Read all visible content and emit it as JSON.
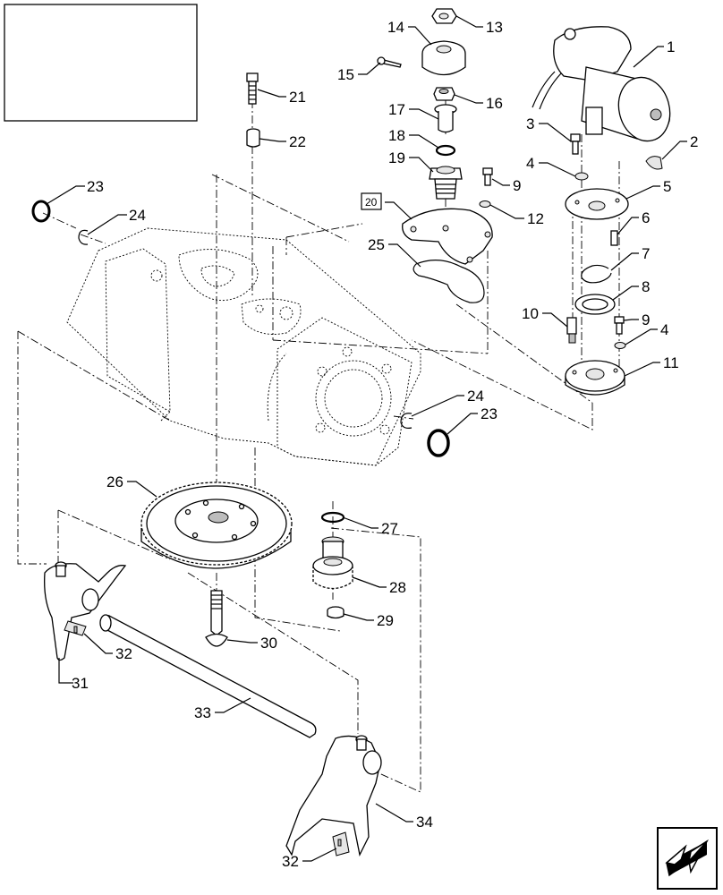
{
  "callouts": [
    {
      "id": "c1",
      "text": "1"
    },
    {
      "id": "c2",
      "text": "2"
    },
    {
      "id": "c3",
      "text": "3"
    },
    {
      "id": "c4a",
      "text": "4"
    },
    {
      "id": "c5",
      "text": "5"
    },
    {
      "id": "c6",
      "text": "6"
    },
    {
      "id": "c7",
      "text": "7"
    },
    {
      "id": "c8",
      "text": "8"
    },
    {
      "id": "c9a",
      "text": "9"
    },
    {
      "id": "c9b",
      "text": "9"
    },
    {
      "id": "c10",
      "text": "10"
    },
    {
      "id": "c4b",
      "text": "4"
    },
    {
      "id": "c11",
      "text": "11"
    },
    {
      "id": "c12",
      "text": "12"
    },
    {
      "id": "c13",
      "text": "13"
    },
    {
      "id": "c14",
      "text": "14"
    },
    {
      "id": "c15",
      "text": "15"
    },
    {
      "id": "c16",
      "text": "16"
    },
    {
      "id": "c17",
      "text": "17"
    },
    {
      "id": "c18",
      "text": "18"
    },
    {
      "id": "c19",
      "text": "19"
    },
    {
      "id": "c20",
      "text": "20"
    },
    {
      "id": "c21",
      "text": "21"
    },
    {
      "id": "c22",
      "text": "22"
    },
    {
      "id": "c23a",
      "text": "23"
    },
    {
      "id": "c24a",
      "text": "24"
    },
    {
      "id": "c25",
      "text": "25"
    },
    {
      "id": "c23b",
      "text": "23"
    },
    {
      "id": "c24b",
      "text": "24"
    },
    {
      "id": "c26",
      "text": "26"
    },
    {
      "id": "c27",
      "text": "27"
    },
    {
      "id": "c28",
      "text": "28"
    },
    {
      "id": "c29",
      "text": "29"
    },
    {
      "id": "c30",
      "text": "30"
    },
    {
      "id": "c31",
      "text": "31"
    },
    {
      "id": "c32a",
      "text": "32"
    },
    {
      "id": "c33",
      "text": "33"
    },
    {
      "id": "c34",
      "text": "34"
    },
    {
      "id": "c32b",
      "text": "32"
    }
  ],
  "icons": {
    "nav": "arrow-down-left-icon"
  }
}
